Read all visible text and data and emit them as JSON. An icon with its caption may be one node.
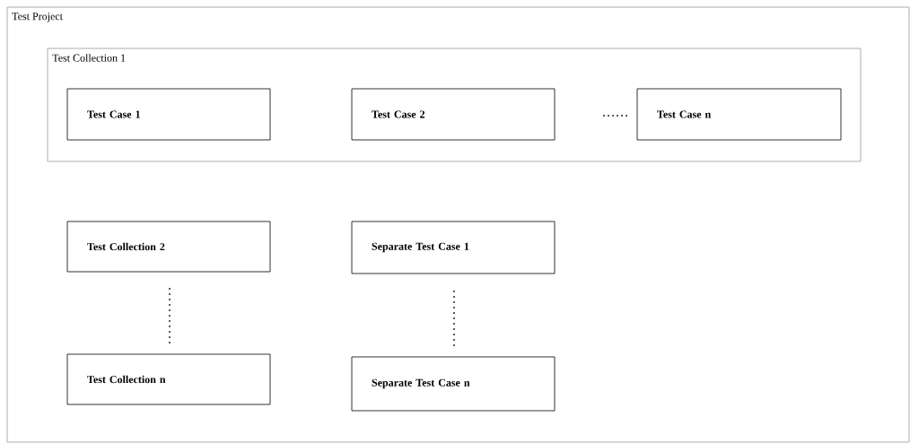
{
  "diagram": {
    "nodes": [
      {
        "text": [
          "Test Project"
        ]
      },
      {
        "text": [
          "Test Collection 1"
        ],
        "in": 0
      },
      {
        "text": [
          "Test Case 1"
        ],
        "in": 1
      },
      {
        "text": [
          "Test Case 2"
        ],
        "in": 1
      },
      {
        "text": [
          "Test Case n"
        ],
        "in": 1
      },
      {
        "text": [
          "Test Collection 2"
        ],
        "in": 0
      },
      {
        "text": [
          "Separate Test Case 1"
        ],
        "in": 0
      },
      {
        "text": [
          "Test Collection n"
        ],
        "in": 0
      },
      {
        "text": [
          "Separate Test Case n"
        ],
        "in": 0
      }
    ]
  }
}
